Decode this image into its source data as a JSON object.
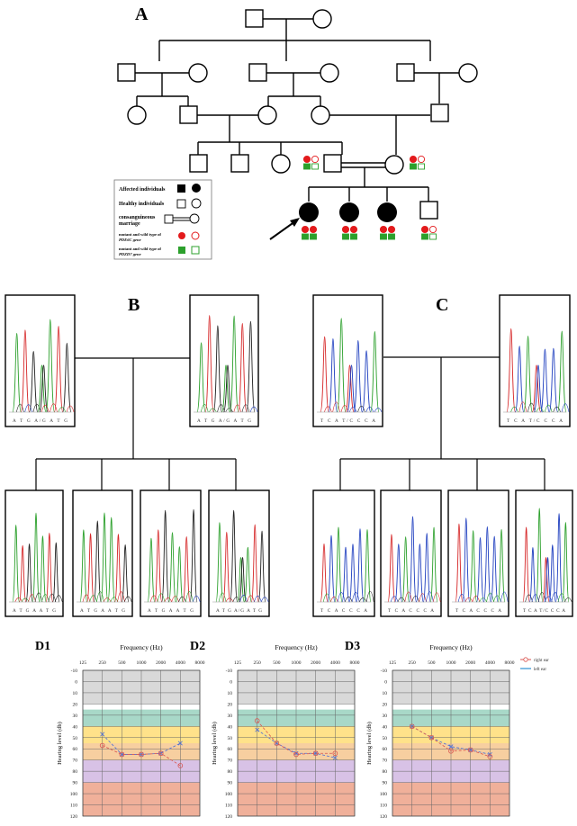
{
  "panels": {
    "a": "A",
    "b": "B",
    "c": "C",
    "d1": "D1",
    "d2": "D2",
    "d3": "D3"
  },
  "legend": {
    "affected": "Affected individuals",
    "healthy": "Healthy individuals",
    "consanguineous_1": "consanguineous",
    "consanguineous_2": "marriage",
    "pde6c_1": "mutant and wild type of",
    "pde6c_2": "PDE6C gene",
    "pdzd7_1": "mutant and wild type of",
    "pdzd7_2": "PDZD7 gene"
  },
  "chromatograms": {
    "b_parent_left": "A T G A/G A T G",
    "b_parent_right": "A T G A/G A T G",
    "b_child_1": "A T G A A T G",
    "b_child_2": "A T G A A T G",
    "b_child_3": "A T G A A T G",
    "b_child_4": "A T G A/G A T G",
    "c_parent_left": "T C A T/C C C A",
    "c_parent_right": "T C A T/C C C A",
    "c_child_1": "T C A C C C A",
    "c_child_2": "T C A C C C A",
    "c_child_3": "T C A C C C A",
    "c_child_4": "T C A T/C C C A"
  },
  "audiogram": {
    "xlabel": "Frequency (Hz)",
    "ylabel": "Hearing level (db)",
    "freq_ticks": [
      "125",
      "250",
      "500",
      "1000",
      "2000",
      "4000",
      "8000"
    ],
    "db_ticks": [
      "-10",
      "0",
      "10",
      "20",
      "30",
      "40",
      "50",
      "60",
      "70",
      "80",
      "90",
      "100",
      "110",
      "120"
    ],
    "legend_right": "right ear",
    "legend_left": "left ear",
    "colors": {
      "right_ear": "#d9534f",
      "left_ear": "#4a6fd8",
      "band_normal": "#d9d9d9",
      "band_slight": "#a8d8c8",
      "band_mild": "#ffe28a",
      "band_moderate": "#f7cfa0",
      "band_severe": "#d8c2e6",
      "band_profound": "#f0b09a"
    }
  },
  "chart_data": [
    {
      "type": "line",
      "panel": "D1",
      "x": [
        "250",
        "500",
        "1000",
        "2000",
        "4000"
      ],
      "series": [
        {
          "values": [
            57,
            65,
            65,
            64,
            75
          ]
        },
        {
          "values": [
            47,
            65,
            65,
            64,
            55
          ]
        }
      ],
      "ylim": [
        -10,
        120
      ]
    },
    {
      "type": "line",
      "panel": "D2",
      "x": [
        "250",
        "500",
        "1000",
        "2000",
        "4000"
      ],
      "series": [
        {
          "values": [
            35,
            55,
            65,
            64,
            64
          ]
        },
        {
          "values": [
            43,
            55,
            64,
            64,
            68
          ]
        }
      ],
      "ylim": [
        -10,
        120
      ]
    },
    {
      "type": "line",
      "panel": "D3",
      "x": [
        "250",
        "500",
        "1000",
        "2000",
        "4000"
      ],
      "series": [
        {
          "values": [
            40,
            50,
            62,
            61,
            67
          ]
        },
        {
          "values": [
            40,
            50,
            58,
            61,
            65
          ]
        }
      ],
      "ylim": [
        -10,
        120
      ]
    }
  ]
}
